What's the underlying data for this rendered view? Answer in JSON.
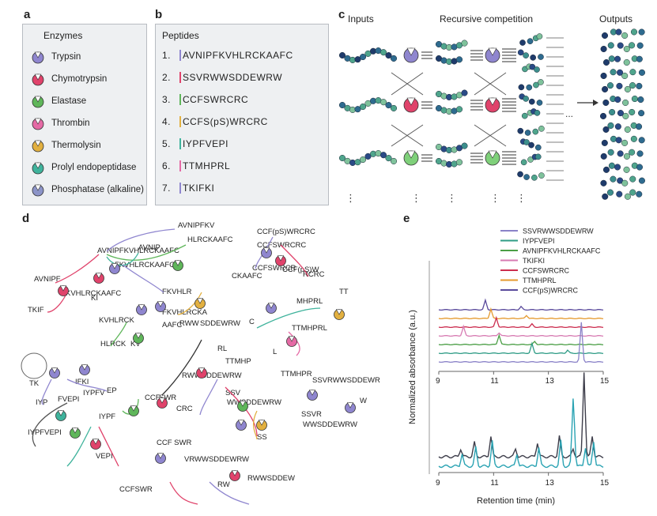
{
  "panels": {
    "a": "a",
    "b": "b",
    "c": "c",
    "d": "d",
    "e": "e"
  },
  "panel_a": {
    "title": "Enzymes",
    "enzymes": [
      {
        "name": "Trypsin",
        "color": "#8f86cf"
      },
      {
        "name": "Chymotrypsin",
        "color": "#e0436b"
      },
      {
        "name": "Elastase",
        "color": "#5fb65a"
      },
      {
        "name": "Thrombin",
        "color": "#e56aa5"
      },
      {
        "name": "Thermolysin",
        "color": "#e2b040"
      },
      {
        "name": "Prolyl endopeptidase",
        "color": "#3fb39c"
      },
      {
        "name": "Phosphatase (alkaline)",
        "color": "#8c94c8"
      }
    ]
  },
  "panel_b": {
    "title": "Peptides",
    "peptides": [
      {
        "num": "1.",
        "seq": "AVNIPFKVHLRCKAAFC"
      },
      {
        "num": "2.",
        "seq": "SSVRWWSDDEWRW"
      },
      {
        "num": "3.",
        "seq": "CCFSWRCRC"
      },
      {
        "num": "4.",
        "seq": "CCFS(pS)WRCRC"
      },
      {
        "num": "5.",
        "seq": "IYPFVEPI"
      },
      {
        "num": "6.",
        "seq": "TTMHPRL"
      },
      {
        "num": "7.",
        "seq": "TKIFKI"
      }
    ]
  },
  "panel_c": {
    "inputs": "Inputs",
    "recursive": "Recursive competition",
    "outputs": "Outputs",
    "ellipsis": "⋮",
    "dots": "..."
  },
  "panel_d": {
    "labels": [
      "AVNIPFKVHLRCKAAFC",
      "AVNIPFKV",
      "HLRCKAAFC",
      "AVNIP",
      "AVNIPF",
      "KVHLRCKAAFC",
      "FKVHLRCKAAFC",
      "CKAAFC",
      "FKVHLR",
      "FKVHLRCKA",
      "KVHLRCK",
      "AAFC",
      "HLRCK",
      "KV",
      "TKIF",
      "KI",
      "TK",
      "IFKI",
      "CCF(pS)WRCRC",
      "CCFSWRCRC",
      "CCF(pS)W",
      "RCRC",
      "CCFSWRCR",
      "C",
      "MHPRL",
      "TT",
      "TTMHPRL",
      "RL",
      "L",
      "TTMHP",
      "TTMHPR",
      "RWWSDDEWRW",
      "RWW",
      "SDDEWRW",
      "SSVRWWSDDEWR",
      "W",
      "SSV",
      "WWSDDEWRW",
      "SSVR",
      "WWSDDEWRW",
      "SS",
      "VRWWSDDEWRW",
      "RW",
      "RWWSDDEW",
      "CCFSWR",
      "CCF",
      "SWR",
      "CRC",
      "IYPFV",
      "EP",
      "IYP",
      "FVEPI",
      "IYPFVEPI",
      "IYPF",
      "VEPI",
      "CCF SWR"
    ]
  },
  "panel_e": {
    "legend": [
      {
        "label": "SSVRWWSDDEWRW",
        "color": "#8a82c8"
      },
      {
        "label": "IYPFVEPI",
        "color": "#2f9c86"
      },
      {
        "label": "AVNIPFKVHLRCKAAFC",
        "color": "#4a9e45"
      },
      {
        "label": "TKIFKI",
        "color": "#d77bb2"
      },
      {
        "label": "CCFSWRCRC",
        "color": "#cc2d4f"
      },
      {
        "label": "TTMHPRL",
        "color": "#e59a2e"
      },
      {
        "label": "CCF(pS)WRCRC",
        "color": "#5a4a9c"
      }
    ],
    "ylabel": "Normalized absorbance (a.u.)",
    "xlabel": "Retention time (min)",
    "ticks": [
      "9",
      "11",
      "13",
      "15"
    ]
  },
  "chart_data": {
    "type": "line",
    "x_range": [
      9,
      15
    ],
    "xlabel": "Retention time (min)",
    "ylabel": "Normalized absorbance (a.u.)",
    "top_series_names": [
      "SSVRWWSDDEWRW",
      "IYPFVEPI",
      "AVNIPFKVHLRCKAAFC",
      "TKIFKI",
      "CCFSWRCRC",
      "TTMHPRL",
      "CCF(pS)WRCRC"
    ],
    "top_peaks_min": [
      14.2,
      12.4,
      11.2,
      9.9,
      11.1,
      10.9,
      10.7
    ],
    "bottom_peaks_min": [
      9.8,
      10.3,
      10.9,
      11.8,
      12.6,
      13.4,
      13.9,
      14.3,
      14.6
    ]
  }
}
